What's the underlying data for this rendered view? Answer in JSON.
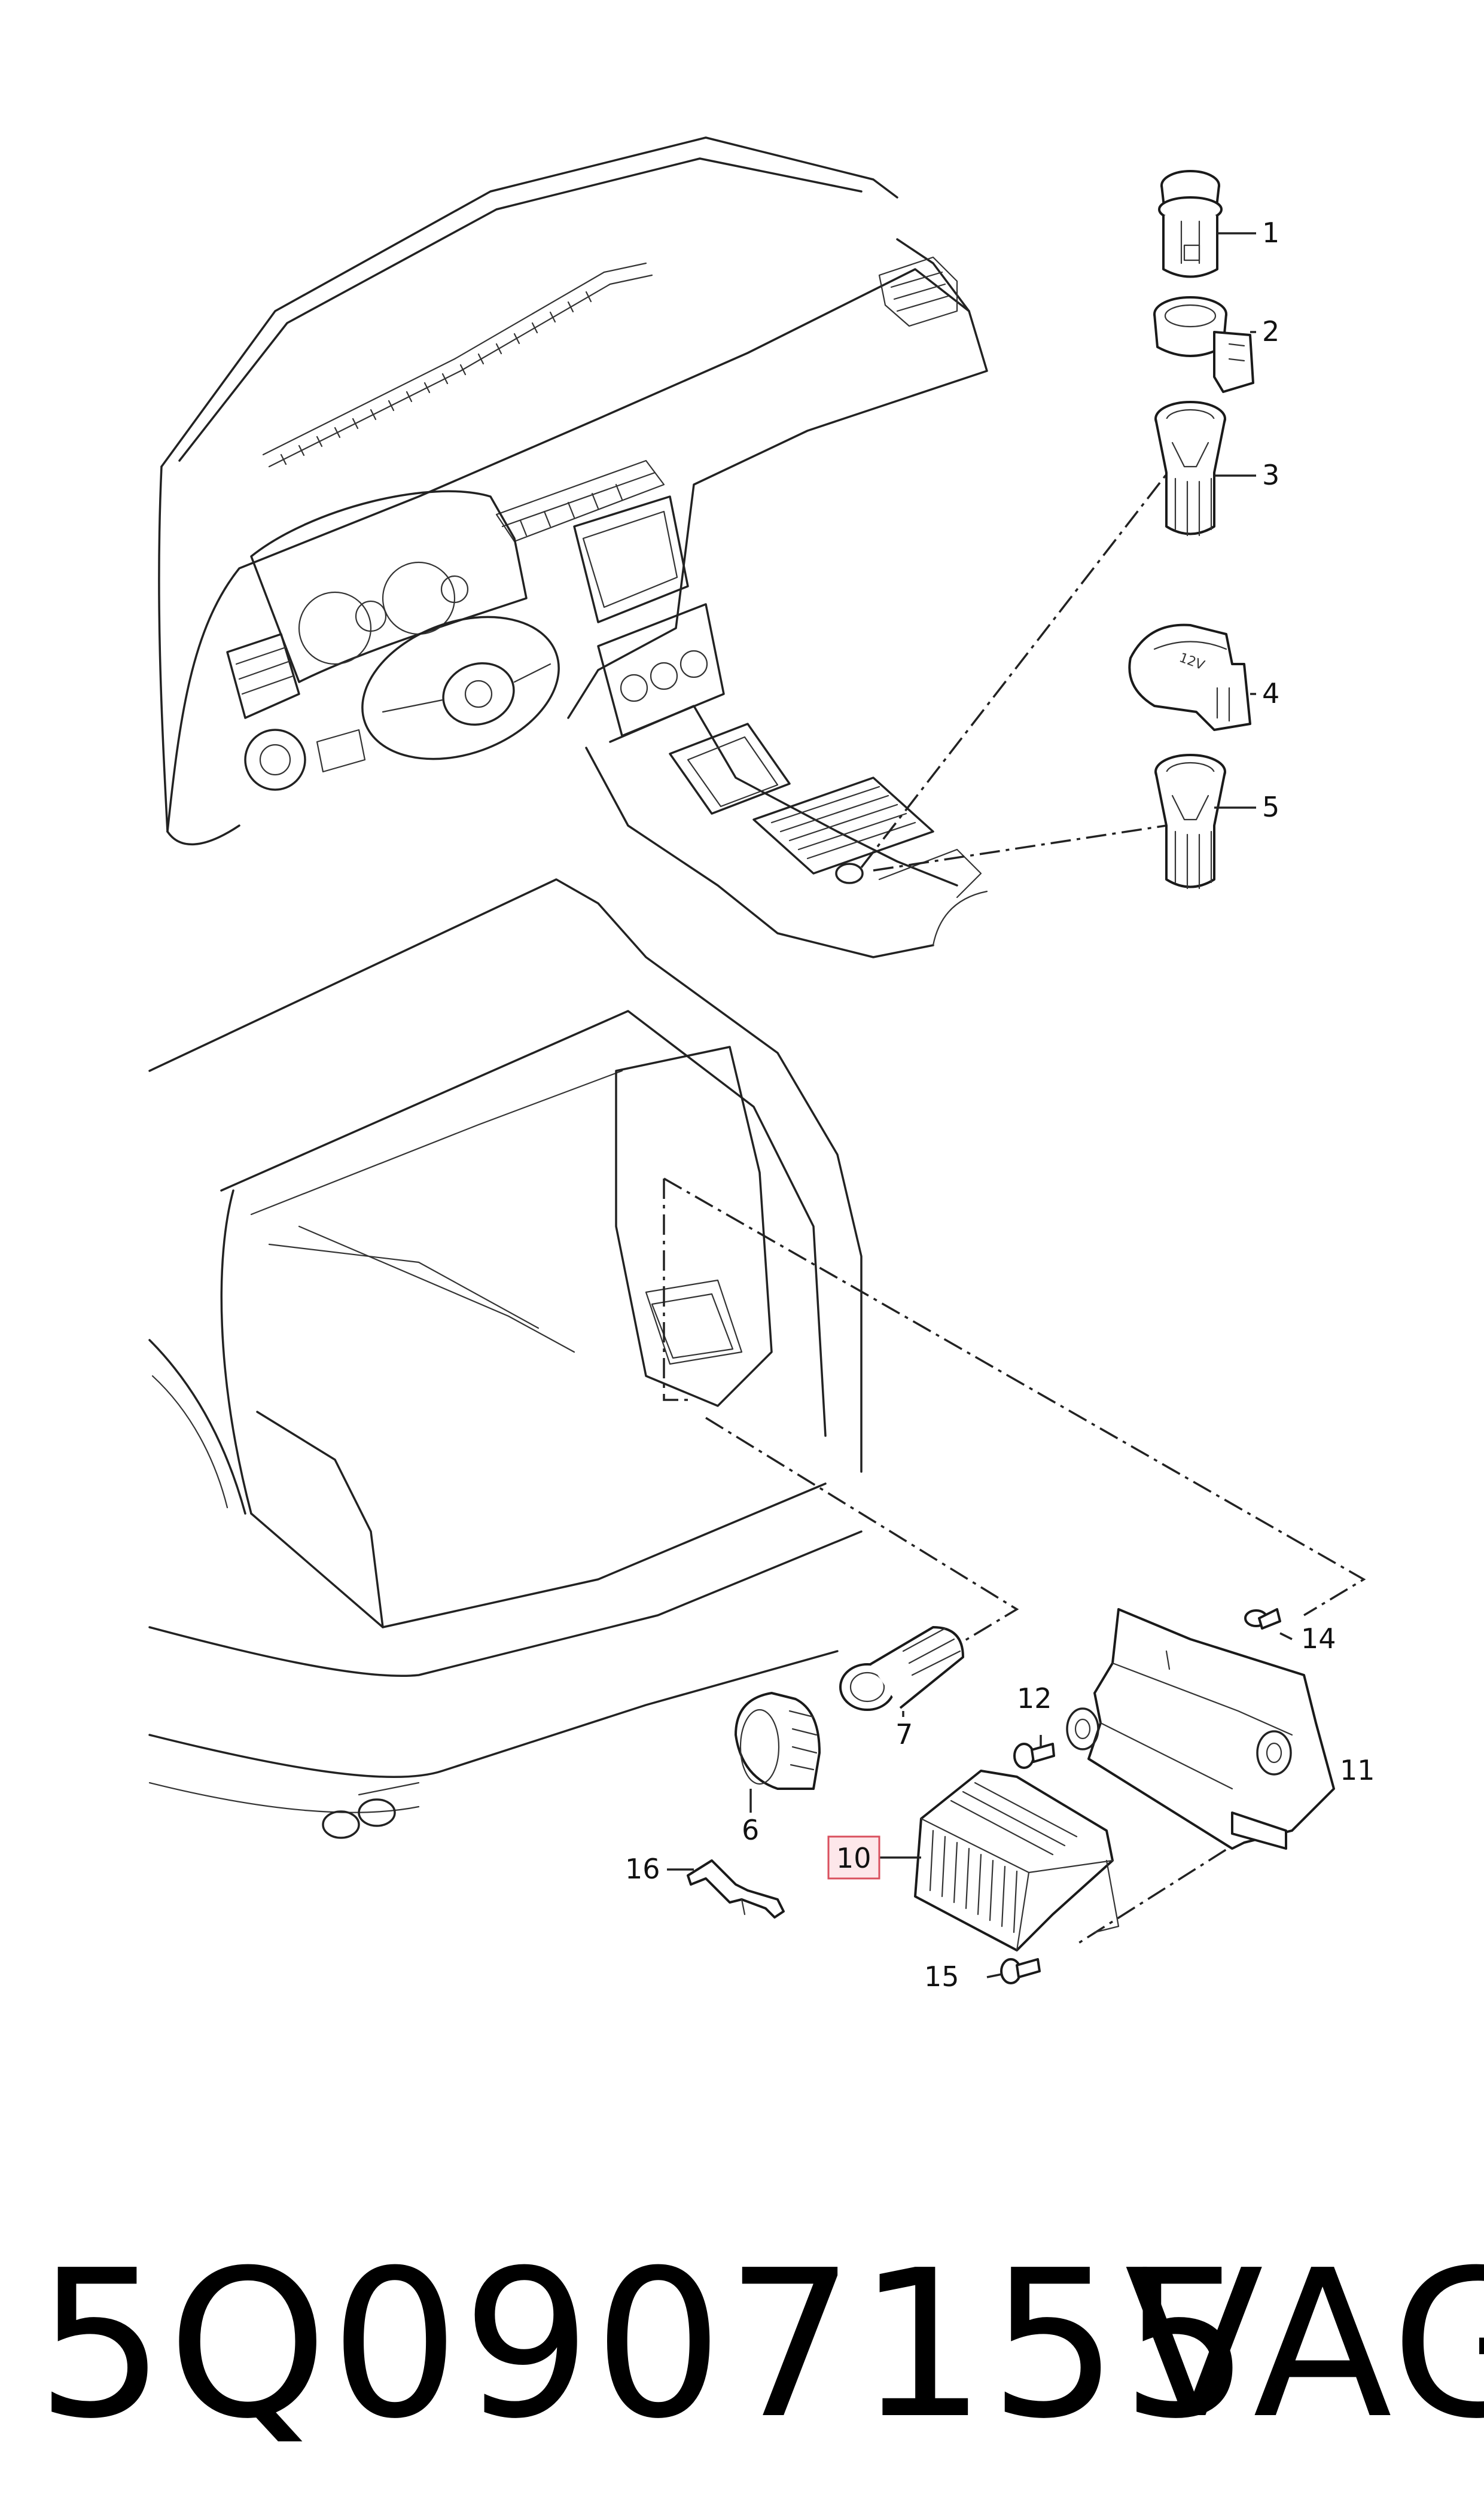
{
  "callouts": {
    "c1": "1",
    "c2": "2",
    "c3": "3",
    "c4": "4",
    "c5": "5",
    "c6": "6",
    "c7": "7",
    "c10": "10",
    "c11": "11",
    "c12": "12",
    "c14": "14",
    "c15": "15",
    "c16": "16"
  },
  "part_number": "5Q0907155",
  "brand": "VAG",
  "highlighted_callout": "10",
  "highlight_color": "#d9505e"
}
